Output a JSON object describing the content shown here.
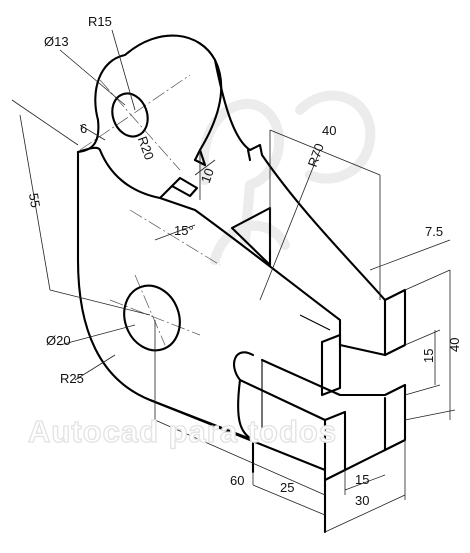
{
  "drawing": {
    "dimensions": {
      "r15": "R15",
      "d13": "Ø13",
      "r20": "R20",
      "six": "6",
      "ten": "10",
      "fifty_five": "55",
      "fifteen_deg": "15°",
      "r70": "R70",
      "forty_top": "40",
      "seven_five": "7.5",
      "d20": "Ø20",
      "r25": "R25",
      "forty_right": "40",
      "fifteen_right": "15",
      "sixty": "60",
      "twenty_five": "25",
      "fifteen_bottom": "15",
      "thirty": "30"
    },
    "watermark": {
      "text": "Autocad para todos"
    }
  }
}
